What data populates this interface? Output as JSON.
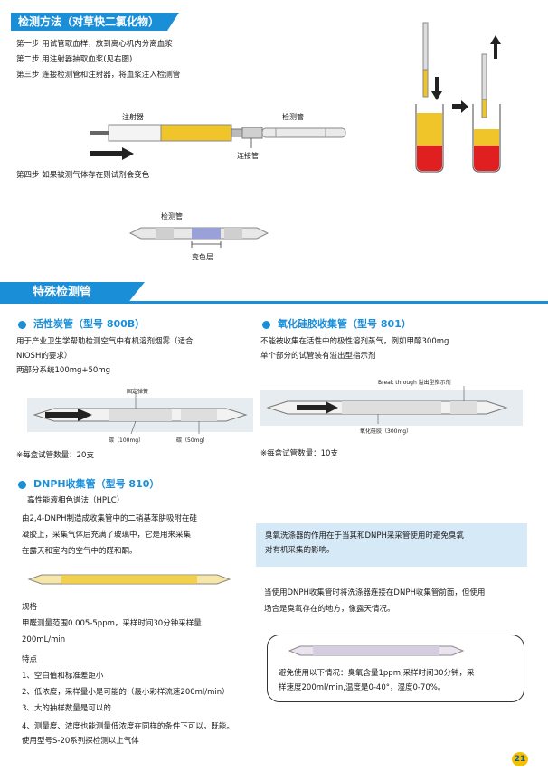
{
  "section1": {
    "title": "检测方法（对草快二氯化物）",
    "steps": [
      "第一步  用试管取血样，放到离心机内分离血浆",
      "第二步  用注射器抽取血浆(见右图)",
      "第三步  连接检测管和注射器，将血浆注入检测管",
      "第四步  如果被测气体存在则试剂会变色"
    ],
    "syringe_label": "注射器",
    "tube_label": "检测管",
    "connector_label": "连接管",
    "tube2_label": "检测管",
    "color_layer_label": "变色层"
  },
  "section2": {
    "banner": "特殊检测管",
    "charcoal": {
      "heading": "活性炭管（型号 800B）",
      "desc1": "用于产业卫生学帮助检测空气中有机溶剂烟雾（适合",
      "desc2": "NIOSH的要求）",
      "desc3": "两部分系统100mg+50mg",
      "spring_label": "固定弹簧",
      "label_100": "碳（100mg）",
      "label_50": "碳（50mg）",
      "box_count": "※每盒试管数量：20支"
    },
    "silica": {
      "heading": "氧化硅胶收集管（型号 801）",
      "desc1": "不能被收集在活性中的极性溶剂蒸气，例如甲醇300mg",
      "desc2": "单个部分的试管装有溢出型指示剂",
      "breakthrough_label": "Break through 溢出型指示剂",
      "silica_label": "氧化硅胶（300mg）",
      "box_count": "※每盒试管数量：10支"
    },
    "dnph": {
      "heading": "DNPH收集管（型号 810）",
      "subtitle": "高性能液相色谱法（HPLC）",
      "desc1": "由2,4-DNPH制造成收集管中的二硝基苯肼吸附在硅",
      "desc2": "凝胶上，采集气体后充满了玻璃中，它是用来采集",
      "desc3": "在露天和室内的空气中的醛和酮。",
      "spec_title": "规格",
      "spec1": "甲醛测量范围0.005-5ppm，采样时间30分钟采样量",
      "spec2": "200mL/min",
      "feature_title": "特点",
      "features": [
        "1、空白值和标准差距小",
        "2、低浓度，采样量小是可能的（最小彩样流速200ml/min）",
        "3、大的抽样数量是可以的",
        "4、测量度、浓度也能测量低浓度在同样的条件下可以，既能。",
        "使用型号S-20系列探检测以上气体"
      ]
    },
    "ozone": {
      "note1": "臭氧洗涤器的作用在于当其和DNPH采采管使用时避免臭氧",
      "note2": "对有机采集的影响。",
      "para1": "当使用DNPH收集管时将洗涤器连接在DNPH收集管前面，但使用",
      "para2": "场合是臭氧存在的地方，像露天情况。",
      "box1": "避免使用以下情况：臭氧含量1ppm,采样时间30分钟，采",
      "box2": "样速度200ml/min,温度是0-40°，湿度0-70%。"
    }
  },
  "page_number": "21",
  "colors": {
    "accent": "#1a8fd8",
    "yellow": "#f0c52a",
    "red": "#e02020",
    "note_bg": "#d6e9f6"
  }
}
